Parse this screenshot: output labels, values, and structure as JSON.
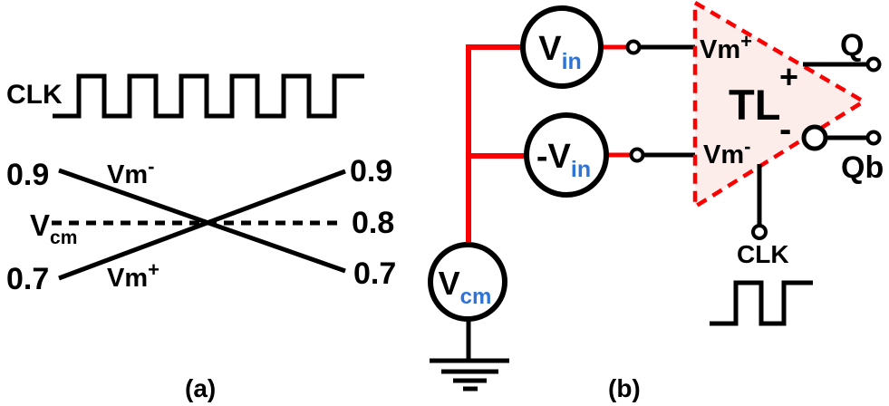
{
  "colors": {
    "red": "#FB0000",
    "blue_subscript": "#2E74D6",
    "triangle_fill": "#FCEDEB",
    "black": "#000000"
  },
  "panel_a": {
    "caption": "(a)",
    "clk_label": "CLK",
    "v_top_left": "0.9",
    "v_bottom_left": "0.7",
    "v_top_right": "0.9",
    "v_mid_right": "0.8",
    "v_bottom_right": "0.7",
    "vm_minus_base": "Vm",
    "vm_minus_sup": "-",
    "vm_plus_base": "Vm",
    "vm_plus_sup": "+",
    "vcm_base": "V",
    "vcm_sub": "cm"
  },
  "panel_b": {
    "caption": "(b)",
    "vin_base": "V",
    "vin_sub": "in",
    "neg_vin_base": "-V",
    "neg_vin_sub": "in",
    "vcm_base": "V",
    "vcm_sub": "cm",
    "comparator_name": "TL",
    "plus_sign": "+",
    "minus_sign": "-",
    "in_plus_base": "Vm",
    "in_plus_sup": "+",
    "in_minus_base": "Vm",
    "in_minus_sup": "-",
    "out_q": "Q",
    "out_qb": "Qb",
    "clk_label": "CLK"
  }
}
